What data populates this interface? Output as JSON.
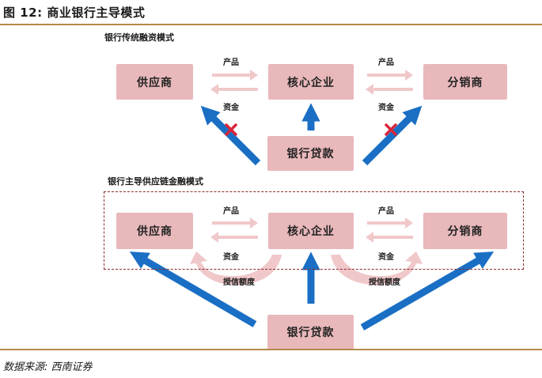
{
  "figure": {
    "title": "图 12:  商业银行主导模式",
    "source": "数据来源:  西南证券"
  },
  "top_section": {
    "label": "银行传统融资模式",
    "supplier": "供应商",
    "core": "核心企业",
    "distributor": "分销商",
    "bank": "银行贷款",
    "product_left": "产品",
    "product_right": "产品",
    "funds_left": "资金",
    "funds_right": "资金"
  },
  "bottom_section": {
    "label": "银行主导供应链金融模式",
    "supplier": "供应商",
    "core": "核心企业",
    "distributor": "分销商",
    "bank": "银行贷款",
    "product_left": "产品",
    "product_right": "产品",
    "funds_left": "资金",
    "funds_right": "资金",
    "credit_left": "授信额度",
    "credit_right": "授信额度"
  },
  "colors": {
    "box_fill": "#e8b8ba",
    "arrow_blue": "#1a6fc4",
    "arrow_pink": "#f0c8ca",
    "cross_red": "#d9253a",
    "rule": "#b58a4a",
    "frame": "#8b2c2c"
  }
}
